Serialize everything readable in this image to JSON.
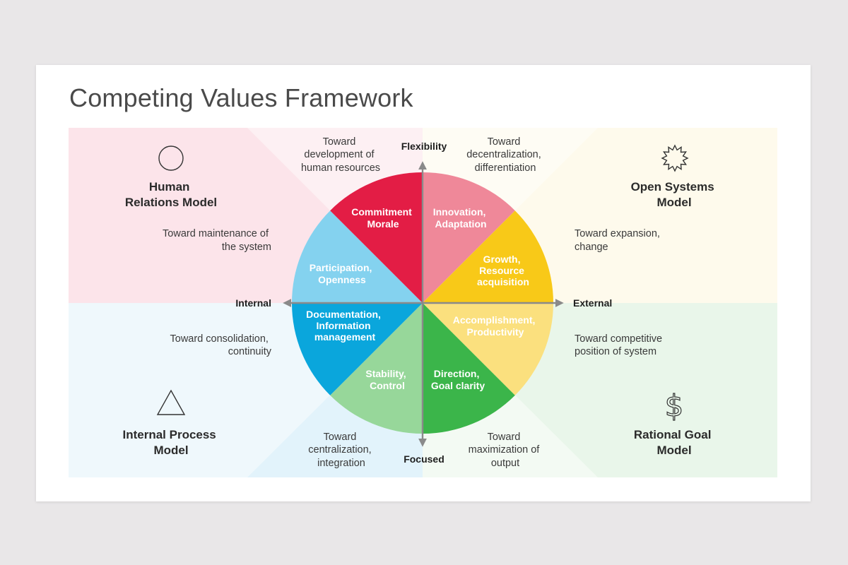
{
  "slide": {
    "title": "Competing Values Framework"
  },
  "axes": {
    "top": "Flexibility",
    "bottom": "Focused",
    "left": "Internal",
    "right": "External"
  },
  "models": {
    "top_left": {
      "lines": [
        "Human",
        "Relations Model"
      ],
      "icon": "circle-icon"
    },
    "top_right": {
      "lines": [
        "Open Systems",
        "Model"
      ],
      "icon": "starburst-icon"
    },
    "bottom_left": {
      "lines": [
        "Internal Process",
        "Model"
      ],
      "icon": "triangle-icon"
    },
    "bottom_right": {
      "lines": [
        "Rational Goal",
        "Model"
      ],
      "icon": "dollar-icon"
    }
  },
  "wedges": [
    {
      "id": "commitment",
      "lines": [
        "Commitment",
        "Morale"
      ],
      "color": "#ef8899"
    },
    {
      "id": "innovation",
      "lines": [
        "Innovation,",
        "Adaptation"
      ],
      "color": "#f8c918"
    },
    {
      "id": "growth",
      "lines": [
        "Growth,",
        "Resource",
        "acquisition"
      ],
      "color": "#fbe07e"
    },
    {
      "id": "accomplishment",
      "lines": [
        "Accomplishment,",
        "Productivity"
      ],
      "color": "#3bb54a"
    },
    {
      "id": "direction",
      "lines": [
        "Direction,",
        "Goal clarity"
      ],
      "color": "#97d79a"
    },
    {
      "id": "stability",
      "lines": [
        "Stability,",
        "Control"
      ],
      "color": "#0aa6dc"
    },
    {
      "id": "documentation",
      "lines": [
        "Documentation,",
        "Information",
        "management"
      ],
      "color": "#84d2ef"
    },
    {
      "id": "participation",
      "lines": [
        "Participation,",
        "Openness"
      ],
      "color": "#e31d45"
    }
  ],
  "towards": {
    "top_left_top": [
      "Toward",
      "development of",
      "human resources"
    ],
    "top_right_top": [
      "Toward",
      "decentralization,",
      "differentiation"
    ],
    "top_left_side": [
      "Toward maintenance of",
      "the system"
    ],
    "top_right_side": [
      "Toward expansion,",
      "change"
    ],
    "bottom_left_side": [
      "Toward consolidation,",
      "continuity"
    ],
    "bottom_right_side": [
      "Toward competitive",
      "position of system"
    ],
    "bottom_left_bottom": [
      "Toward",
      "centralization,",
      "integration"
    ],
    "bottom_right_bottom": [
      "Toward",
      "maximization of",
      "output"
    ]
  },
  "colors": {
    "quadrant_top_left": "#fce4ea",
    "quadrant_top_right": "#fefaec",
    "quadrant_bottom_left": "#eff8fc",
    "quadrant_bottom_right": "#e9f6ea",
    "axis": "#8a8a8a"
  }
}
